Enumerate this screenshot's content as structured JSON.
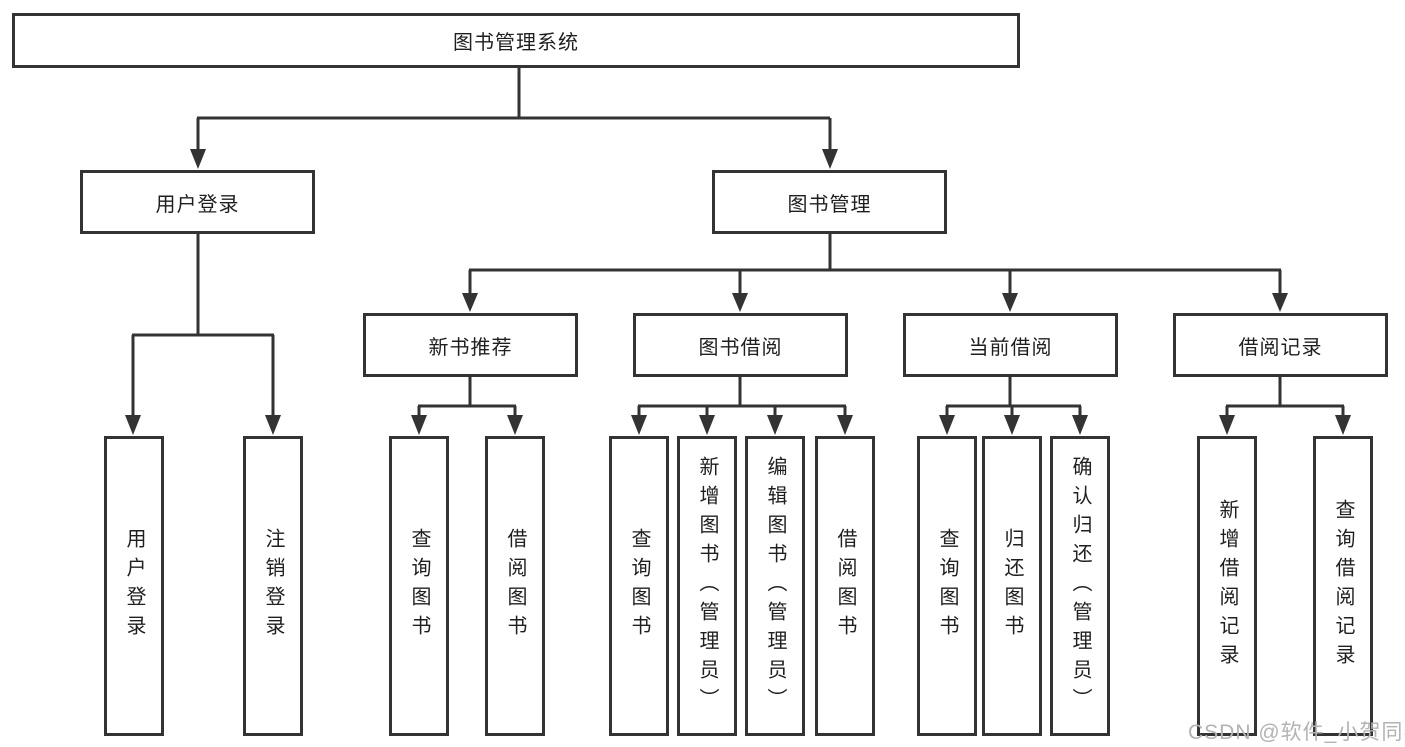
{
  "diagram": {
    "title": "图书管理系统",
    "level2": [
      {
        "id": "user-login",
        "label": "用户登录"
      },
      {
        "id": "book-management",
        "label": "图书管理"
      }
    ],
    "level3": [
      {
        "id": "new-book-recommend",
        "parent": "图书管理",
        "label": "新书推荐"
      },
      {
        "id": "book-borrow",
        "parent": "图书管理",
        "label": "图书借阅"
      },
      {
        "id": "current-borrow",
        "parent": "图书管理",
        "label": "当前借阅"
      },
      {
        "id": "borrow-records",
        "parent": "图书管理",
        "label": "借阅记录"
      }
    ],
    "leaves": [
      {
        "parent": "用户登录",
        "label": "用户登录"
      },
      {
        "parent": "用户登录",
        "label": "注销登录"
      },
      {
        "parent": "新书推荐",
        "label": "查询图书"
      },
      {
        "parent": "新书推荐",
        "label": "借阅图书"
      },
      {
        "parent": "图书借阅",
        "label": "查询图书"
      },
      {
        "parent": "图书借阅",
        "label": "新增图书（管理员）"
      },
      {
        "parent": "图书借阅",
        "label": "编辑图书（管理员）"
      },
      {
        "parent": "图书借阅",
        "label": "借阅图书"
      },
      {
        "parent": "当前借阅",
        "label": "查询图书"
      },
      {
        "parent": "当前借阅",
        "label": "归还图书"
      },
      {
        "parent": "当前借阅",
        "label": "确认归还（管理员）"
      },
      {
        "parent": "借阅记录",
        "label": "新增借阅记录"
      },
      {
        "parent": "借阅记录",
        "label": "查询借阅记录"
      }
    ],
    "watermark": "CSDN @软件_小贺同学",
    "colors": {
      "line": "#333333",
      "text": "#1f1f1f",
      "watermark": "#b3b3b3",
      "background": "#ffffff"
    }
  }
}
